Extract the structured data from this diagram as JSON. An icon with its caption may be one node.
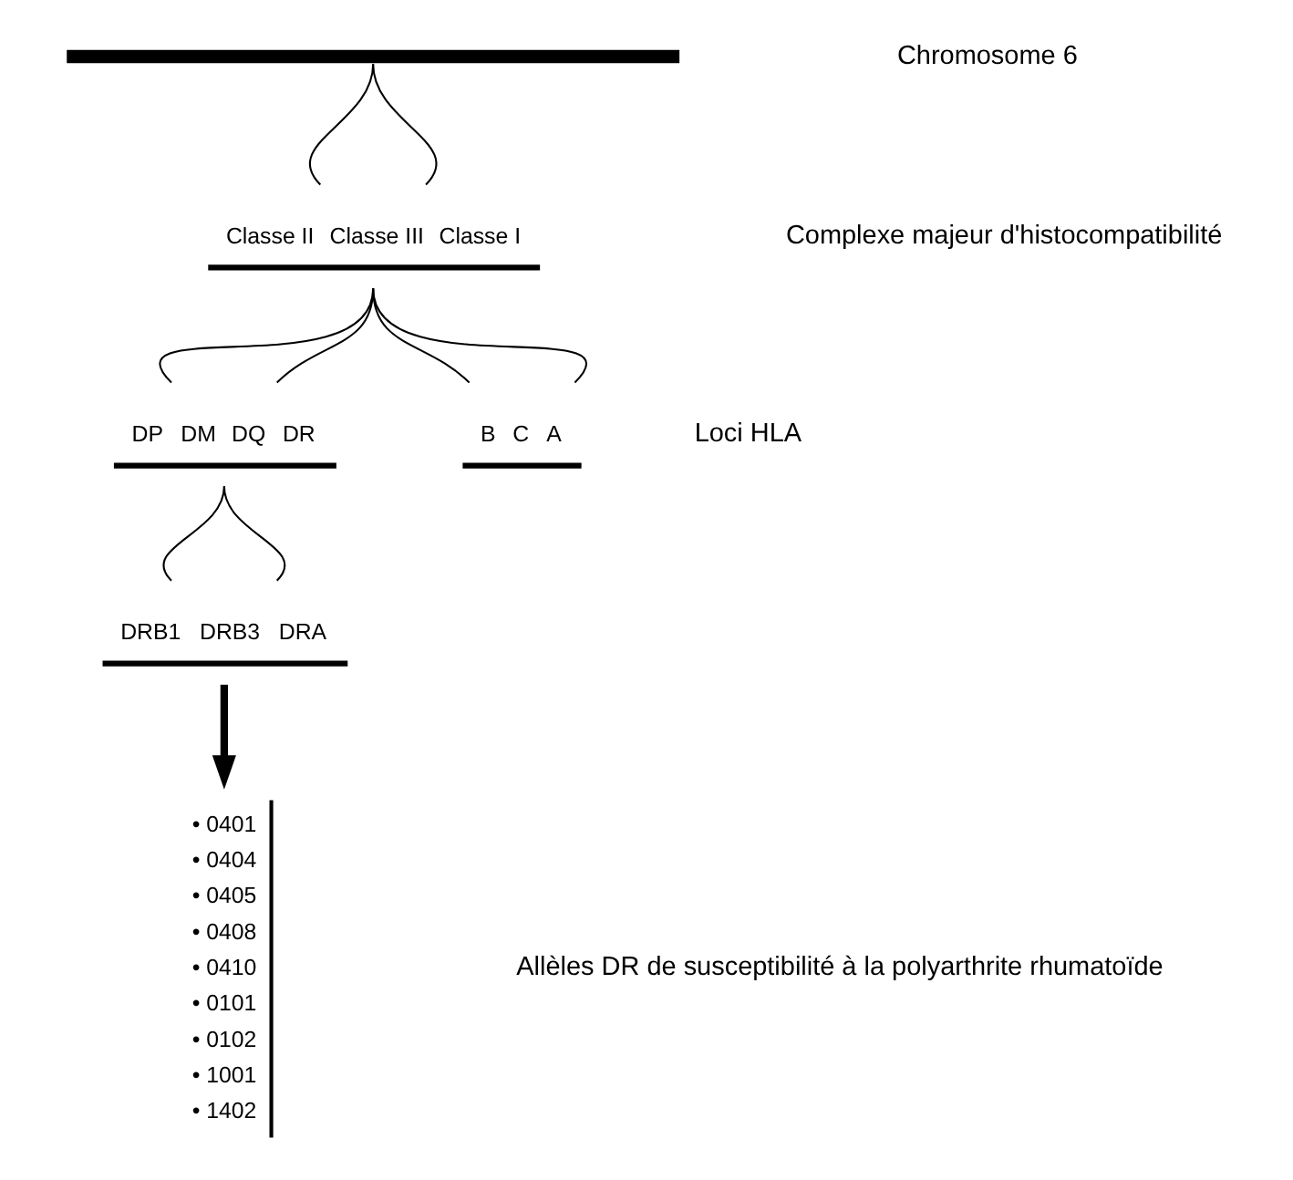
{
  "diagram": {
    "nodes": [
      {
        "text": [],
        "shape": "bar"
      },
      {
        "text": [
          "Classe II",
          "Classe III",
          "Classe I"
        ]
      },
      {
        "text": [
          "B",
          "C",
          "A"
        ]
      },
      {
        "text": [
          "DP",
          "DM",
          "DQ",
          "DR"
        ]
      },
      {
        "text": [
          "DRB1",
          "DRB3",
          "DRA"
        ]
      },
      {
        "text": [
          "• 0401",
          "• 0404",
          "• 0405",
          "• 0408",
          "• 0410",
          "• 0101",
          "• 0102",
          "• 1001",
          "• 1402"
        ]
      }
    ],
    "edges": [
      {
        "from": 0,
        "to": 1,
        "arrow": "none"
      },
      {
        "from": 0,
        "to": 1,
        "arrow": "none"
      },
      {
        "from": 1,
        "to": 3,
        "arrow": "none"
      },
      {
        "from": 1,
        "to": 3,
        "arrow": "none"
      },
      {
        "from": 1,
        "to": 2,
        "arrow": "none"
      },
      {
        "from": 1,
        "to": 2,
        "arrow": "none"
      },
      {
        "from": 3,
        "to": 4,
        "arrow": "none"
      },
      {
        "from": 3,
        "to": 4,
        "arrow": "none"
      },
      {
        "from": 4,
        "to": 5,
        "arrow": "to",
        "style": "thick"
      }
    ],
    "labels": [
      "Chromosome 6",
      "Complexe majeur d'histocompatibilité",
      "Loci HLA",
      "Allèles DR de susceptibilité à la polyarthrite rhumatoïde"
    ]
  }
}
